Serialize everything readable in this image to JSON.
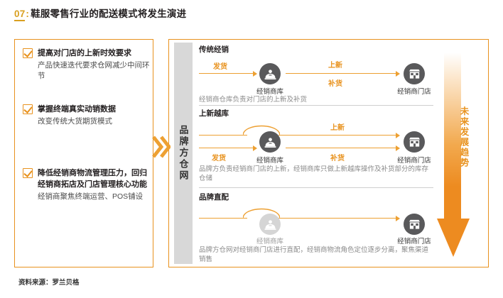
{
  "title": {
    "number": "07",
    "colon": ":",
    "text": "鞋服零售行业的配送模式将发生演进"
  },
  "left_panel": {
    "items": [
      {
        "icon": "checkbox-checked-icon",
        "title": "提高对门店的上新时效要求",
        "desc": "产品快速迭代要求仓网减少中间环节"
      },
      {
        "icon": "checkbox-checked-icon",
        "title": "掌握终端真实动销数据",
        "desc": "改变传统大货期货模式"
      },
      {
        "icon": "checkbox-checked-icon",
        "title": "降低经销商物流管理压力，回归经销商拓店及门店管理核心功能",
        "desc": "经销商聚焦终端运营、POS铺设"
      }
    ]
  },
  "chevron": {
    "icon": "double-chevron-right-icon"
  },
  "brand_bar": {
    "label": "品牌方仓网"
  },
  "flows": [
    {
      "title": "传统经销",
      "nodes": [
        {
          "icon": "warehouse-icon",
          "label": "经销商库",
          "state": "active"
        },
        {
          "icon": "store-icon",
          "label": "经销商门店",
          "state": "active"
        }
      ],
      "tags": [
        "发货",
        "上新",
        "补货"
      ],
      "note": "经销商仓库负责对门店的上新及补货"
    },
    {
      "title": "上新越库",
      "nodes": [
        {
          "icon": "warehouse-icon",
          "label": "经销商库",
          "state": "active"
        },
        {
          "icon": "store-icon",
          "label": "经销商门店",
          "state": "active"
        }
      ],
      "tags": [
        "发货",
        "上新",
        "补货"
      ],
      "note": "品牌方负责经销商门店的上新，经销商库只做上新越库操作及补货部分的库存仓储"
    },
    {
      "title": "品牌直配",
      "nodes": [
        {
          "icon": "warehouse-icon",
          "label": "经销商库",
          "state": "faded"
        },
        {
          "icon": "store-icon",
          "label": "经销商门店",
          "state": "active"
        }
      ],
      "tags": [],
      "note": "品牌方仓网对经销商门店进行直配，经销商物流角色定位逐步分离，聚焦渠道销售"
    }
  ],
  "trend": {
    "label": "未来发展趋势",
    "icon": "down-arrow-gradient-icon"
  },
  "footer": {
    "source": "资料来源：罗兰贝格"
  },
  "colors": {
    "accent_orange": "#e8921e",
    "title_gold": "#d9a021",
    "node_dark": "#59595b",
    "node_faded": "#d5d5d5",
    "gray_bar": "#d8d8d8",
    "note_gray": "#8a8a8a"
  }
}
